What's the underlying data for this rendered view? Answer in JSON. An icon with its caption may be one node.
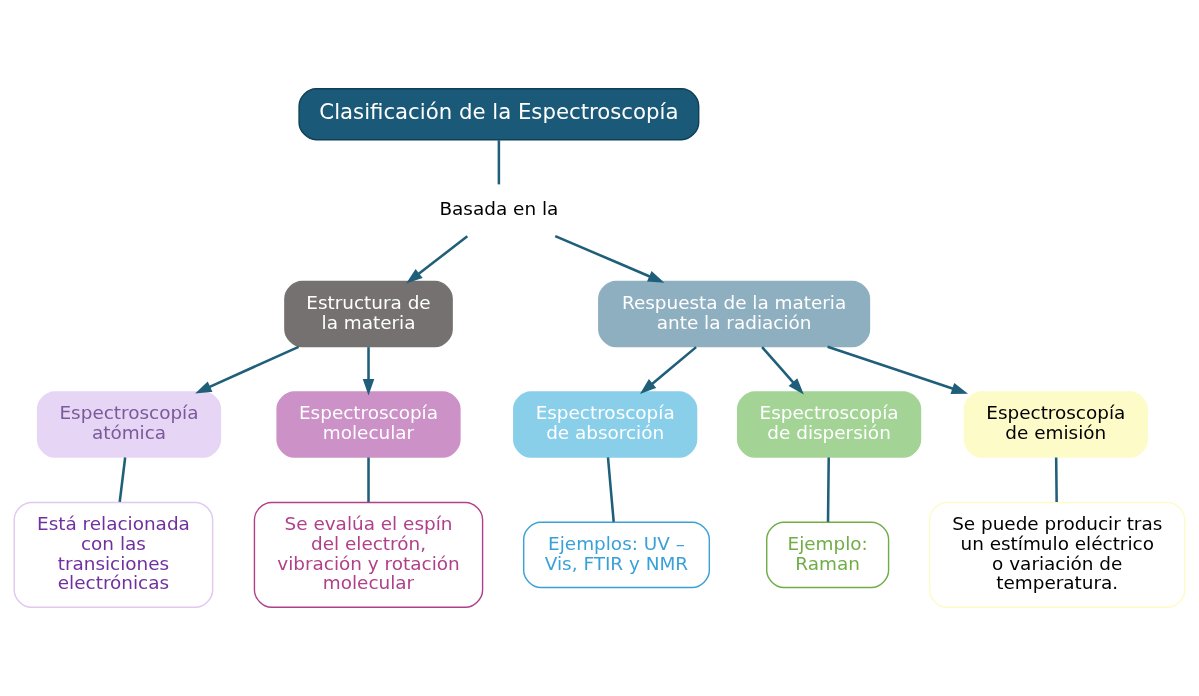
{
  "diagram": {
    "nodes": [
      {
        "text": [
          "Clasificación de la Espectroscopía"
        ]
      },
      {
        "text": [
          "Basada en la"
        ]
      },
      {
        "text": [
          "Estructura de la materia"
        ]
      },
      {
        "text": [
          "Respuesta de la materia ante la radiación"
        ]
      },
      {
        "text": [
          "Espectroscopía atómica"
        ]
      },
      {
        "text": [
          "Espectroscopía molecular"
        ]
      },
      {
        "text": [
          "Espectroscopía de absorción"
        ]
      },
      {
        "text": [
          "Espectroscopía de dispersión"
        ]
      },
      {
        "text": [
          "Espectroscopía de emisión"
        ]
      },
      {
        "text": [
          "Está relacionada con las transiciones electrónicas"
        ]
      },
      {
        "text": [
          "Se evalúa el espín del electrón, vibración y rotación molecular"
        ]
      },
      {
        "text": [
          "Ejemplos: UV – Vis, FTIR y NMR"
        ]
      },
      {
        "text": [
          "Ejemplo: Raman"
        ]
      },
      {
        "text": [
          "Se puede producir tras un estímulo eléctrico o variación de temperatura."
        ]
      }
    ],
    "edges": [
      {
        "from": 0,
        "to": 1,
        "arrow": "none"
      },
      {
        "from": 1,
        "to": 2,
        "arrow": "to"
      },
      {
        "from": 1,
        "to": 3,
        "arrow": "to"
      },
      {
        "from": 2,
        "to": 4,
        "arrow": "to"
      },
      {
        "from": 2,
        "to": 5,
        "arrow": "to"
      },
      {
        "from": 3,
        "to": 6,
        "arrow": "to"
      },
      {
        "from": 3,
        "to": 7,
        "arrow": "to"
      },
      {
        "from": 3,
        "to": 8,
        "arrow": "to"
      },
      {
        "from": 4,
        "to": 9,
        "arrow": "none"
      },
      {
        "from": 5,
        "to": 10,
        "arrow": "none"
      },
      {
        "from": 6,
        "to": 11,
        "arrow": "none"
      },
      {
        "from": 7,
        "to": 12,
        "arrow": "none"
      },
      {
        "from": 8,
        "to": 13,
        "arrow": "none"
      }
    ]
  }
}
